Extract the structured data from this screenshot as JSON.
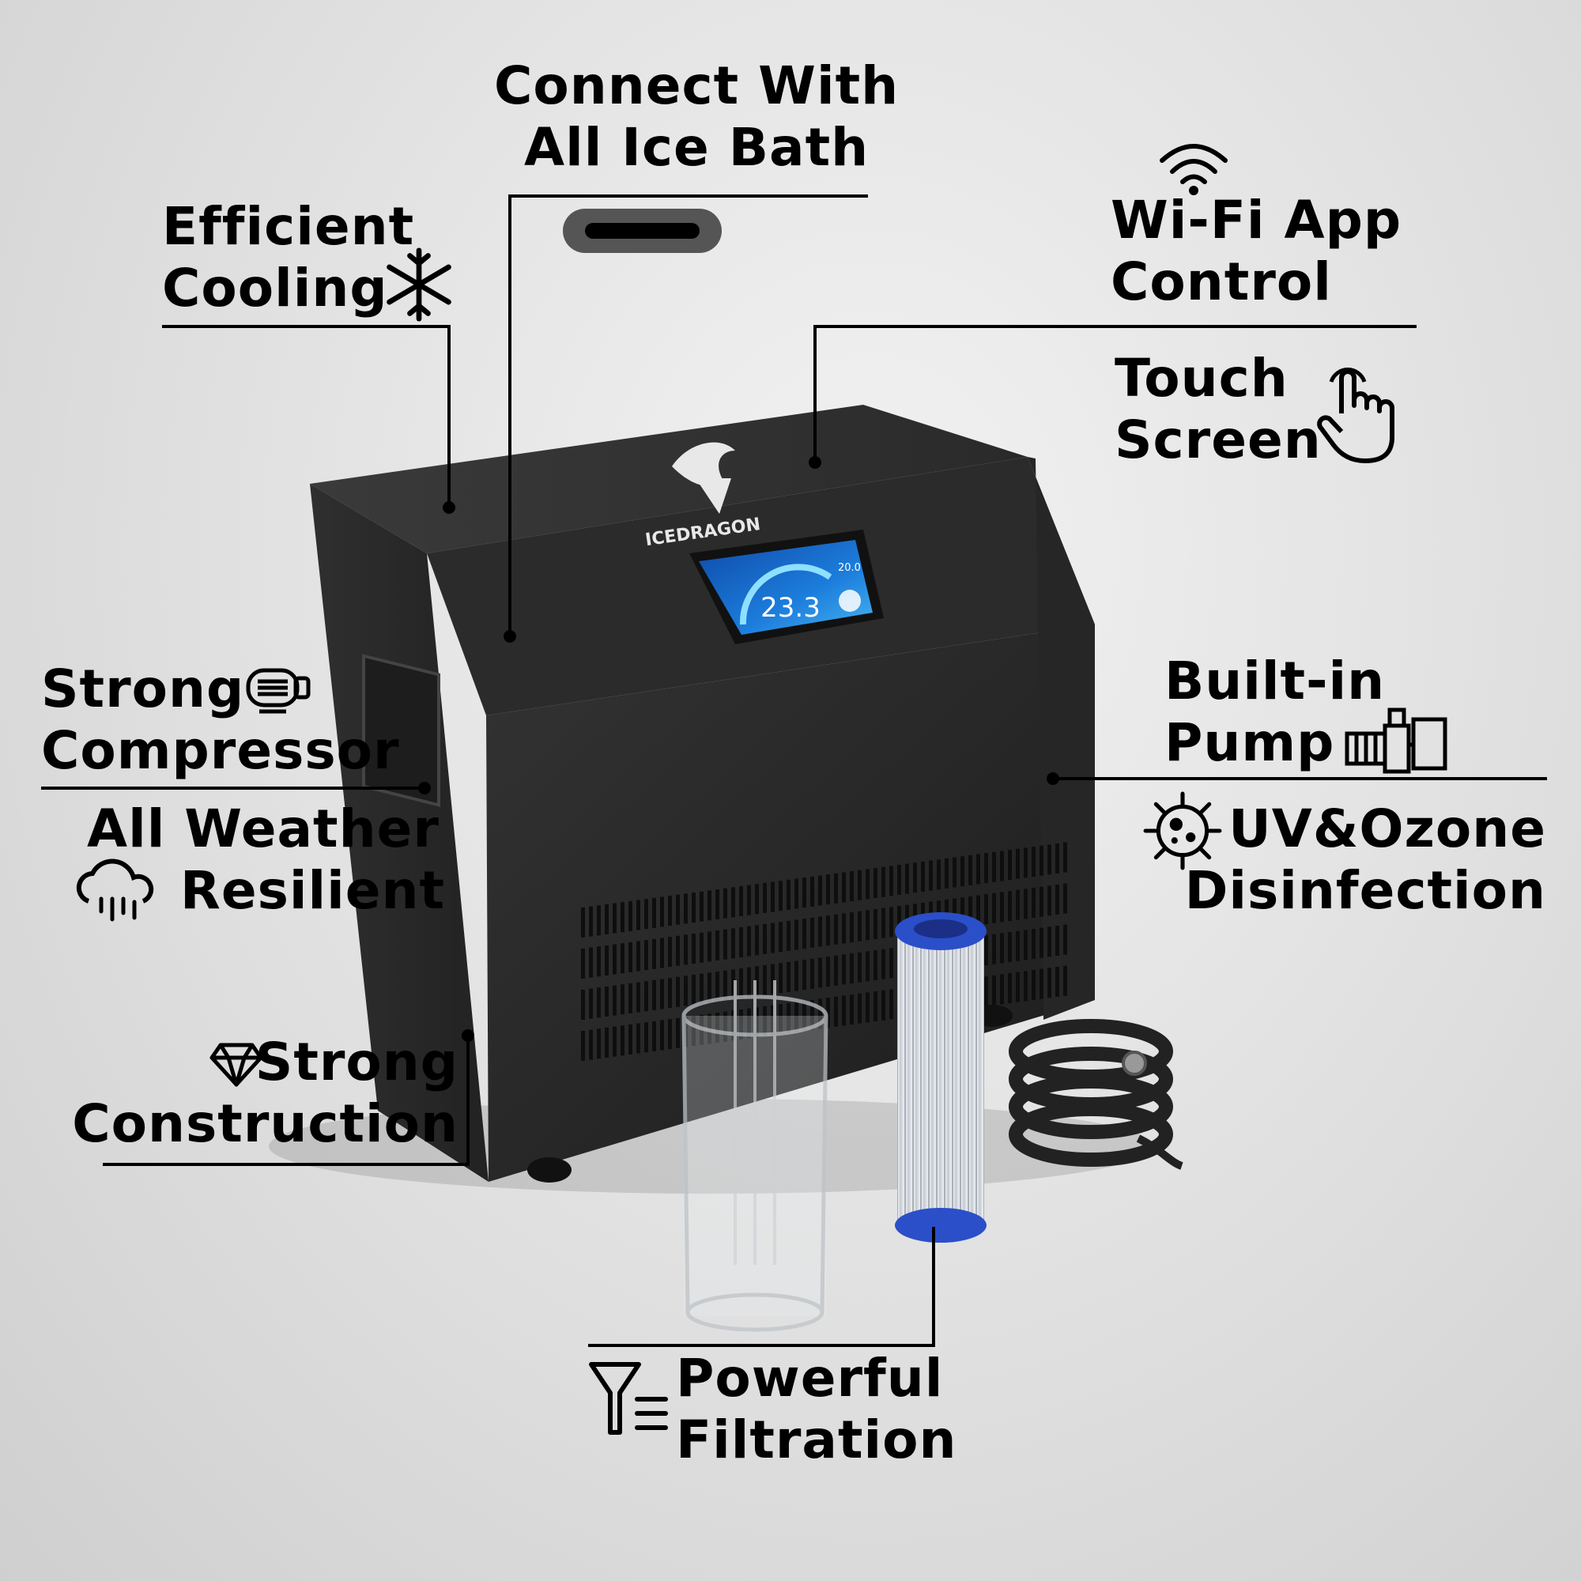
{
  "brand": {
    "name": "ICEDRAGON"
  },
  "screen": {
    "temperature": "23.3",
    "setpoint": "20.0"
  },
  "features": {
    "efficient_cooling": {
      "line1": "Efficient",
      "line2": "Cooling"
    },
    "connect_ice_bath": {
      "line1": "Connect With",
      "line2": "All Ice Bath"
    },
    "wifi_app": {
      "line1": "Wi-Fi App",
      "line2": "Control"
    },
    "touch_screen": {
      "line1": "Touch",
      "line2": "Screen"
    },
    "strong_compressor": {
      "line1": "Strong",
      "line2": "Compressor"
    },
    "all_weather": {
      "line1": "All Weather",
      "line2": "Resilient"
    },
    "built_in_pump": {
      "line1": "Built-in",
      "line2": "Pump"
    },
    "uv_ozone": {
      "line1": "UV&Ozone",
      "line2": "Disinfection"
    },
    "strong_construction": {
      "line1": "Strong",
      "line2": "Construction"
    },
    "powerful_filtration": {
      "line1": "Powerful",
      "line2": "Filtration"
    }
  },
  "icons": {
    "cooling": "snowflake-icon",
    "connect": "connector-icon",
    "wifi": "wifi-icon",
    "touch": "pointing-hand-icon",
    "compressor": "compressor-icon",
    "weather": "rain-cloud-icon",
    "pump": "pump-icon",
    "uv": "virus-icon",
    "construction": "diamond-icon",
    "filtration": "filter-icon"
  },
  "colors": {
    "chiller_body": "#2a2a2a",
    "screen_blue": "#1a6fd8",
    "filter_blue": "#2a4fc9",
    "text": "#000000"
  }
}
